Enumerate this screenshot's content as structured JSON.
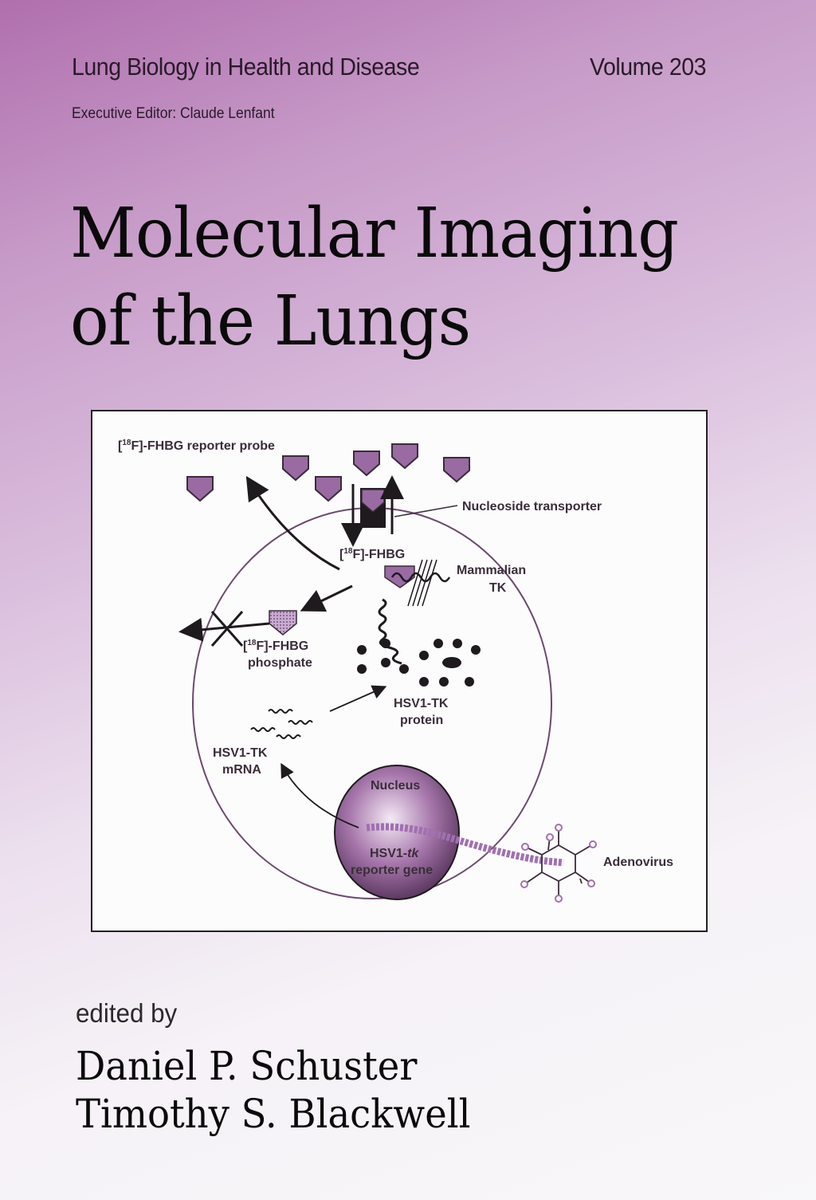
{
  "cover": {
    "series": "Lung Biology in Health and Disease",
    "volume": "Volume 203",
    "executive_editor": "Executive Editor: Claude Lenfant",
    "title_line1": "Molecular Imaging",
    "title_line2": "of the Lungs",
    "edited_by": "edited by",
    "authors": [
      "Daniel P. Schuster",
      "Timothy S. Blackwell"
    ]
  },
  "figure": {
    "labels": {
      "reporter_probe": "[18F]-FHBG reporter probe",
      "nucleoside_transporter": "Nucleoside transporter",
      "fhbg": "[18F]-FHBG",
      "mammalian_tk_line1": "Mammalian",
      "mammalian_tk_line2": "TK",
      "fhbg_phosphate_line1": "[18F]-FHBG",
      "fhbg_phosphate_line2": "phosphate",
      "protein_line1": "HSV1-TK",
      "protein_line2": "protein",
      "mrna_line1": "HSV1-TK",
      "mrna_line2": "mRNA",
      "nucleus": "Nucleus",
      "gene_line1": "HSV1-tk",
      "gene_line2": "reporter gene",
      "adenovirus": "Adenovirus"
    },
    "colors": {
      "probe_fill": "#9a6aa3",
      "cell_outline": "#6b4a6e",
      "dna": "#a070b0",
      "ink": "#1e1a1e"
    }
  }
}
